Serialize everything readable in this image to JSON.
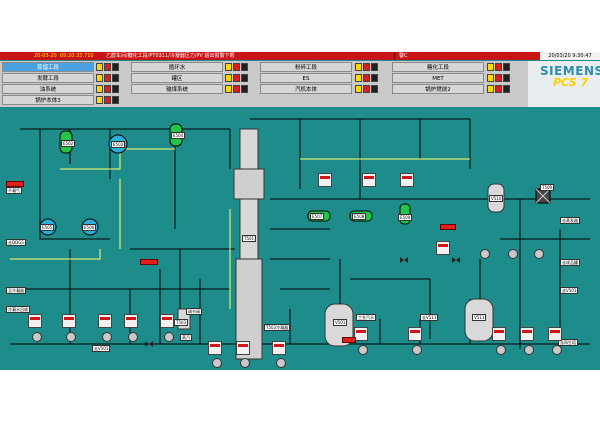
{
  "alarm_bar": {
    "date1": "20-03-20",
    "time1": "09:20:33.710",
    "message": "乙醇车间/糖化工段/PT0311/冷凝器压力/PV 超出报警下限",
    "right_text": "警C",
    "clock": "20/03/20 9:30:47"
  },
  "areas": [
    {
      "label": "蒸馏工段",
      "active": true
    },
    {
      "label": "循环水",
      "active": false
    },
    {
      "label": "粉碎工段",
      "active": false
    },
    {
      "label": "糖化工段",
      "active": false
    },
    {
      "label": "发酵工段",
      "active": false
    },
    {
      "label": "罐区",
      "active": false
    },
    {
      "label": "ES",
      "active": false
    },
    {
      "label": "MET",
      "active": false
    },
    {
      "label": "油系统",
      "active": false
    },
    {
      "label": "输煤系统",
      "active": false
    },
    {
      "label": "汽机本体",
      "active": false
    },
    {
      "label": "锅炉燃烧2",
      "active": false
    },
    {
      "label": "锅炉本体3",
      "active": false
    }
  ],
  "brand": {
    "name": "SIEMENS",
    "product": "PCS 7"
  },
  "equipment": {
    "t501": "T501",
    "e502": "E502",
    "e503": "E503",
    "e504": "E504",
    "e505": "E505",
    "e506": "E506",
    "e507": "E507",
    "e508": "E508",
    "v501": "V501",
    "v511": "V511",
    "v510": "V510",
    "t509": "T509",
    "t503": "T503",
    "e509": "E509"
  },
  "labels": {
    "left1": "去DDGS",
    "left2": "至冷凝器",
    "left3": "冷凝水回收",
    "left4": "不凝气",
    "left5": "去V501",
    "right1": "去蒸发器",
    "right2": "去V501",
    "right3": "去再生塔",
    "right4": "去成品罐",
    "mid1": "调节阀",
    "mid2": "T503冷凝器",
    "mid3": "蒸汽",
    "mid4": "工艺汽水",
    "mid5": "去V511"
  },
  "colors": {
    "background": "#1f8c8c",
    "alarm": "#c81414",
    "pipe": "#000000",
    "steam": "#ffff66"
  }
}
